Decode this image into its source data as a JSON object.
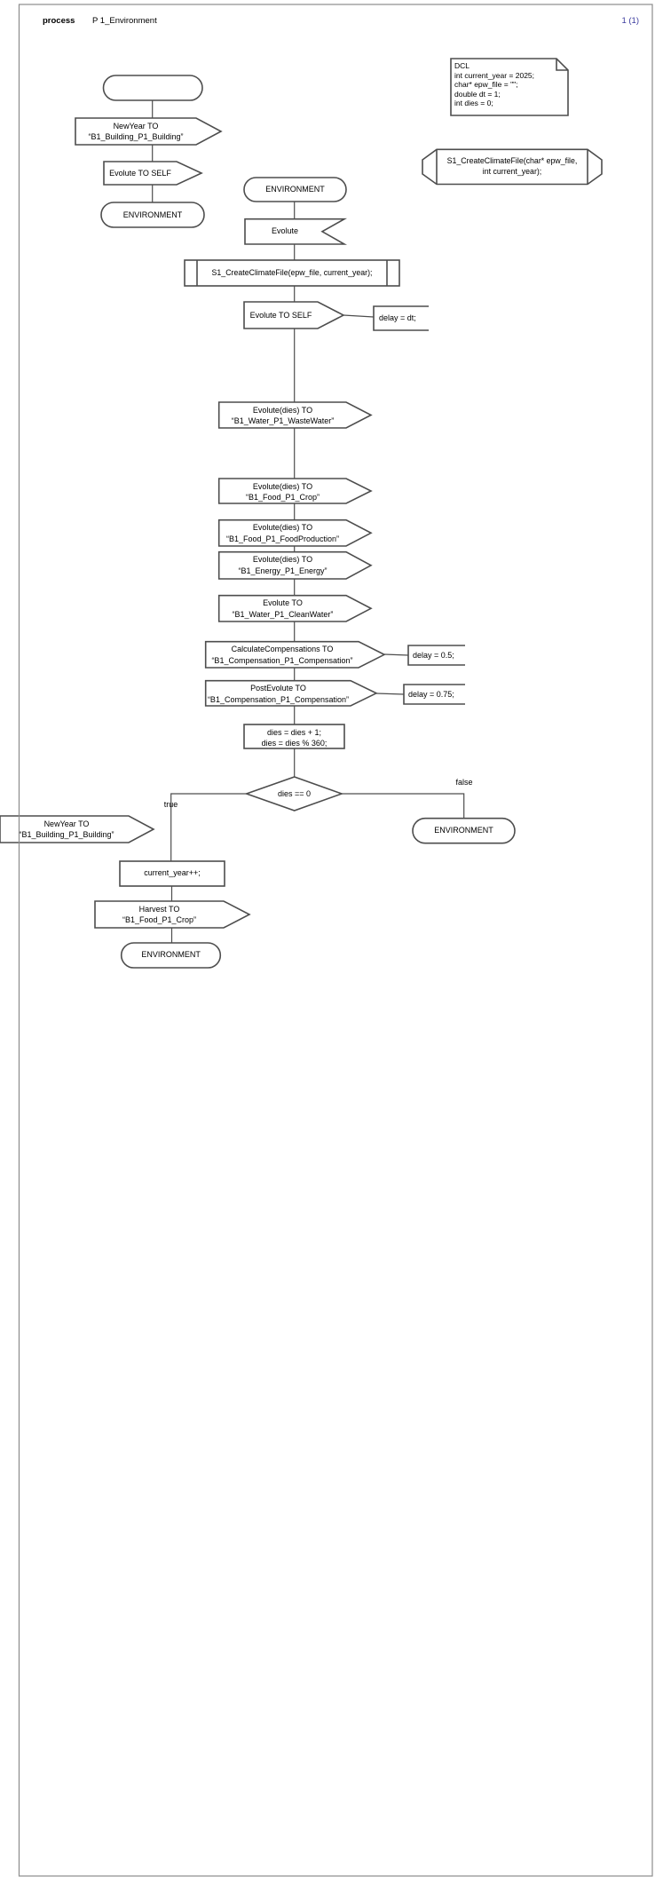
{
  "header": {
    "kind": "process",
    "title": "P 1_Environment",
    "page_number": "1 (1)"
  },
  "declarations": {
    "dcl": "DCL\nint current_year = 2025;\nchar* epw_file = \"\";\ndouble dt = 1;\nint dies = 0;",
    "procedure": "S1_CreateClimateFile(char* epw_file,\nint current_year);"
  },
  "start_transition": {
    "send_newyear": "NewYear TO\n“B1_Building_P1_Building”",
    "send_evolute_self": "Evolute TO SELF",
    "next_state": "ENVIRONMENT"
  },
  "environment_transition": {
    "state": "ENVIRONMENT",
    "input_signal": "Evolute",
    "procedure_call": "S1_CreateClimateFile(epw_file, current_year);",
    "send_evolute_self": "Evolute TO SELF",
    "comment_delay_dt": "delay = dt;",
    "send_wastewater": "Evolute(dies) TO\n“B1_Water_P1_WasteWater”",
    "send_food_crop": "Evolute(dies) TO\n“B1_Food_P1_Crop”",
    "send_food_production": "Evolute(dies) TO\n“B1_Food_P1_FoodProduction”",
    "send_energy": "Evolute(dies) TO\n“B1_Energy_P1_Energy”",
    "send_clean_water": "Evolute TO\n“B1_Water_P1_CleanWater”",
    "send_calculate_compensations": "CalculateCompensations TO\n“B1_Compensation_P1_Compensation”",
    "comment_delay_half": "delay = 0.5;",
    "send_post_evolute": "PostEvolute TO\n“B1_Compensation_P1_Compensation”",
    "comment_delay_three_quarters": "delay = 0.75;",
    "task_dies": "dies = dies + 1;\ndies = dies % 360;",
    "decision_condition": "dies == 0",
    "label_true": "true",
    "label_false": "false",
    "false_branch": {
      "next_state": "ENVIRONMENT"
    },
    "true_branch": {
      "send_newyear": "NewYear TO\n“B1_Building_P1_Building”",
      "task_increment_year": "current_year++;",
      "send_harvest": "Harvest TO\n“B1_Food_P1_Crop”",
      "next_state": "ENVIRONMENT"
    }
  }
}
